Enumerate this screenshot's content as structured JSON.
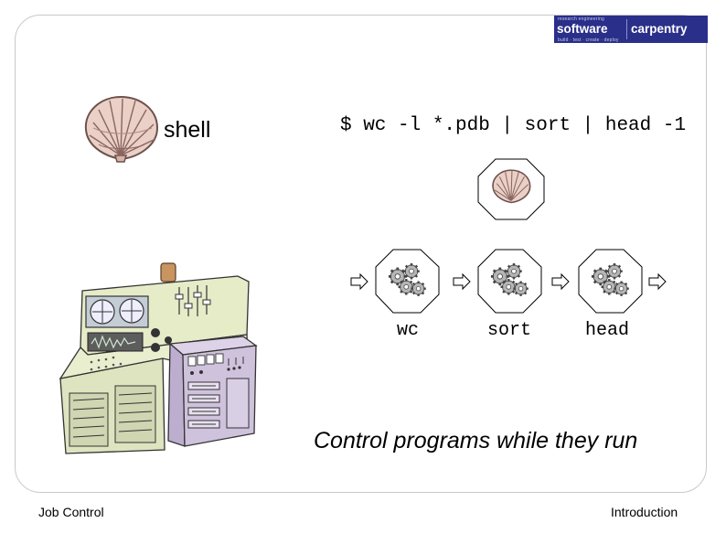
{
  "logo": {
    "tagline_top": "research engineering",
    "word1": "software",
    "word2": "carpentry",
    "tagline_bottom": "build · test · create · deploy"
  },
  "shell_label": "shell",
  "command": "$ wc -l *.pdb | sort | head -1",
  "pipeline": {
    "programs": [
      "wc",
      "sort",
      "head"
    ]
  },
  "caption": "Control programs while they run",
  "footer": {
    "left": "Job Control",
    "right": "Introduction"
  },
  "icons": [
    "shell-icon",
    "gears-icon",
    "arrow-right-icon",
    "computer-console-icon"
  ],
  "colors": {
    "shell_pink": "#e8c0b8",
    "shell_stroke": "#7a5a55",
    "gear_gray": "#a8a8a8",
    "console_green": "#e6ebc8",
    "console_purple": "#cfc2dc",
    "console_knob": "#c89460",
    "logo_blue": "#2a2f8a"
  }
}
